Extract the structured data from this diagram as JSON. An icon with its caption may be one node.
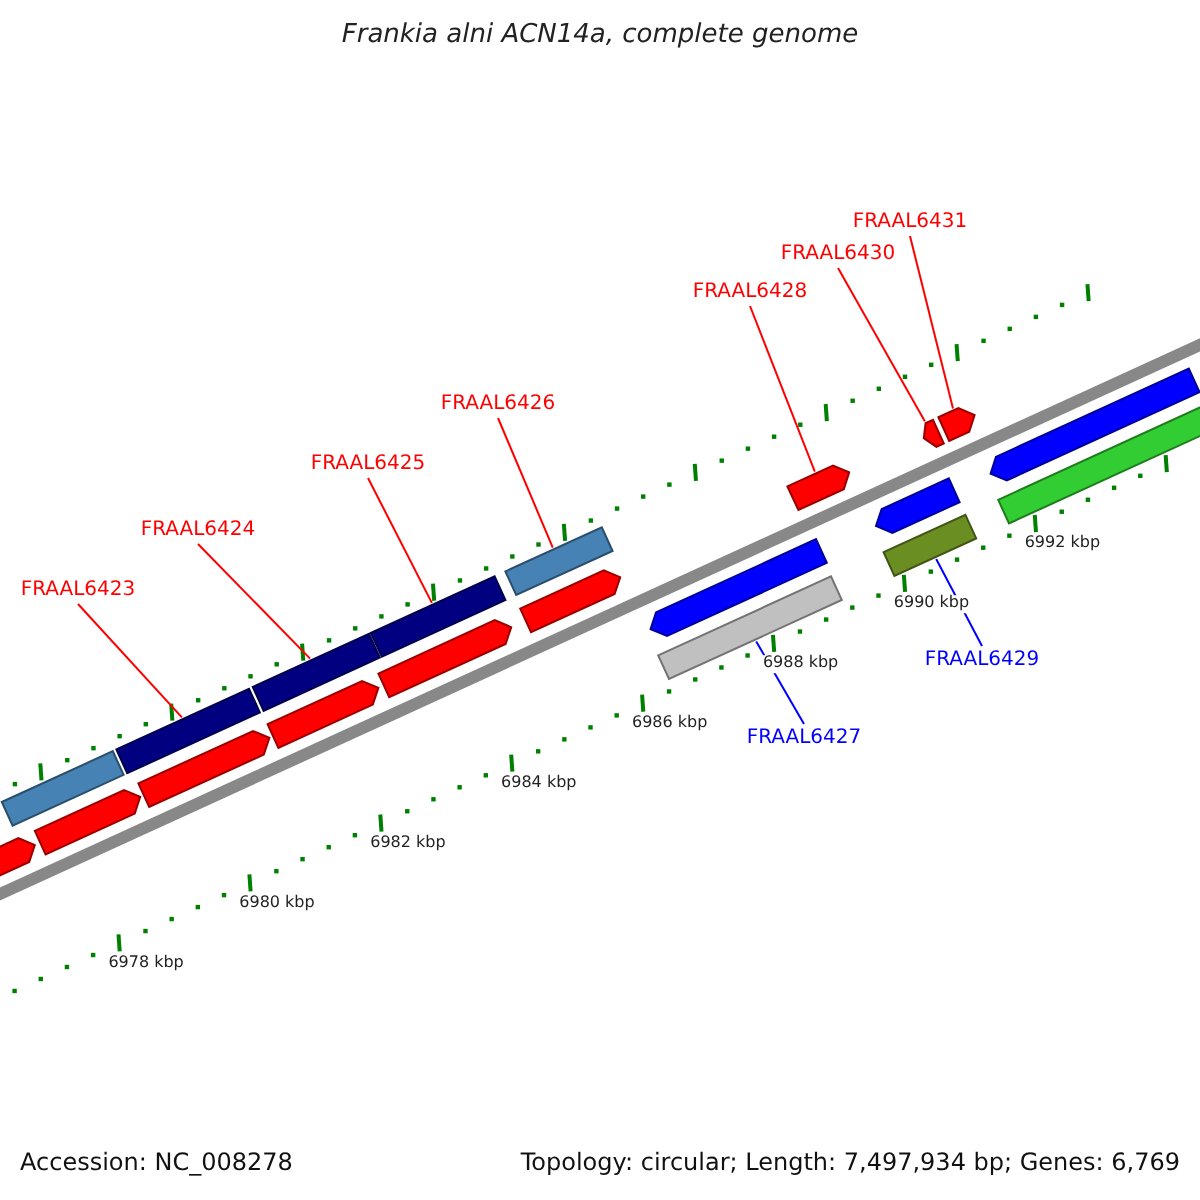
{
  "diagram": {
    "title": "Frankia alni ACN14a, complete genome",
    "nodes": [
      {
        "text": [
          "FRAAL6431"
        ]
      },
      {
        "text": [
          "FRAAL6430"
        ]
      },
      {
        "text": [
          "FRAAL6428"
        ]
      },
      {
        "text": [
          "FRAAL6426"
        ]
      },
      {
        "text": [
          "FRAAL6425"
        ]
      },
      {
        "text": [
          "FRAAL6424"
        ]
      },
      {
        "text": [
          "FRAAL6423"
        ]
      },
      {
        "text": [
          "FRAAL6429"
        ]
      },
      {
        "text": [
          "FRAAL6427"
        ]
      },
      {
        "text": [],
        "shape": "bar"
      },
      {
        "text": [],
        "shape": "bar"
      },
      {
        "text": [],
        "shape": "bar"
      },
      {
        "text": [],
        "shape": "bar"
      },
      {
        "text": [],
        "shape": "bar"
      },
      {
        "text": [],
        "shape": "bar"
      },
      {
        "text": [],
        "shape": "bar"
      },
      {
        "text": [],
        "shape": "bar"
      },
      {
        "text": [],
        "shape": "bar"
      },
      {
        "text": [],
        "shape": "bar"
      },
      {
        "text": [],
        "shape": "bar"
      },
      {
        "text": [],
        "shape": "bar"
      },
      {
        "text": [],
        "shape": "bar"
      },
      {
        "text": [],
        "shape": "bar"
      },
      {
        "text": [],
        "shape": "bar"
      },
      {
        "text": [],
        "shape": "bar"
      },
      {
        "text": [],
        "shape": "bar"
      },
      {
        "text": [],
        "shape": "bar"
      },
      {
        "text": [],
        "shape": "bar"
      },
      {
        "text": [],
        "shape": "bar"
      }
    ],
    "edges": [
      {
        "from": 0,
        "to": 22,
        "arrow": "none"
      },
      {
        "from": 1,
        "to": 21,
        "arrow": "none"
      },
      {
        "from": 2,
        "to": 20,
        "arrow": "none"
      },
      {
        "from": 3,
        "to": 13,
        "arrow": "none"
      },
      {
        "from": 4,
        "to": 12,
        "arrow": "none"
      },
      {
        "from": 5,
        "to": 11,
        "arrow": "none"
      },
      {
        "from": 6,
        "to": 10,
        "arrow": "none"
      },
      {
        "from": 7,
        "to": 27,
        "arrow": "none",
        "color": "#0000ff"
      },
      {
        "from": 8,
        "to": 26,
        "arrow": "none",
        "color": "#0000ff"
      }
    ],
    "labels": [
      "6992 kbp",
      "6990 kbp",
      "6988 kbp",
      "6986 kbp",
      "6984 kbp",
      "6982 kbp",
      "6980 kbp",
      "6978 kbp",
      "Accession: NC_008278",
      "Topology: circular; Length: 7,497,934 bp; Genes: 6,769"
    ]
  }
}
